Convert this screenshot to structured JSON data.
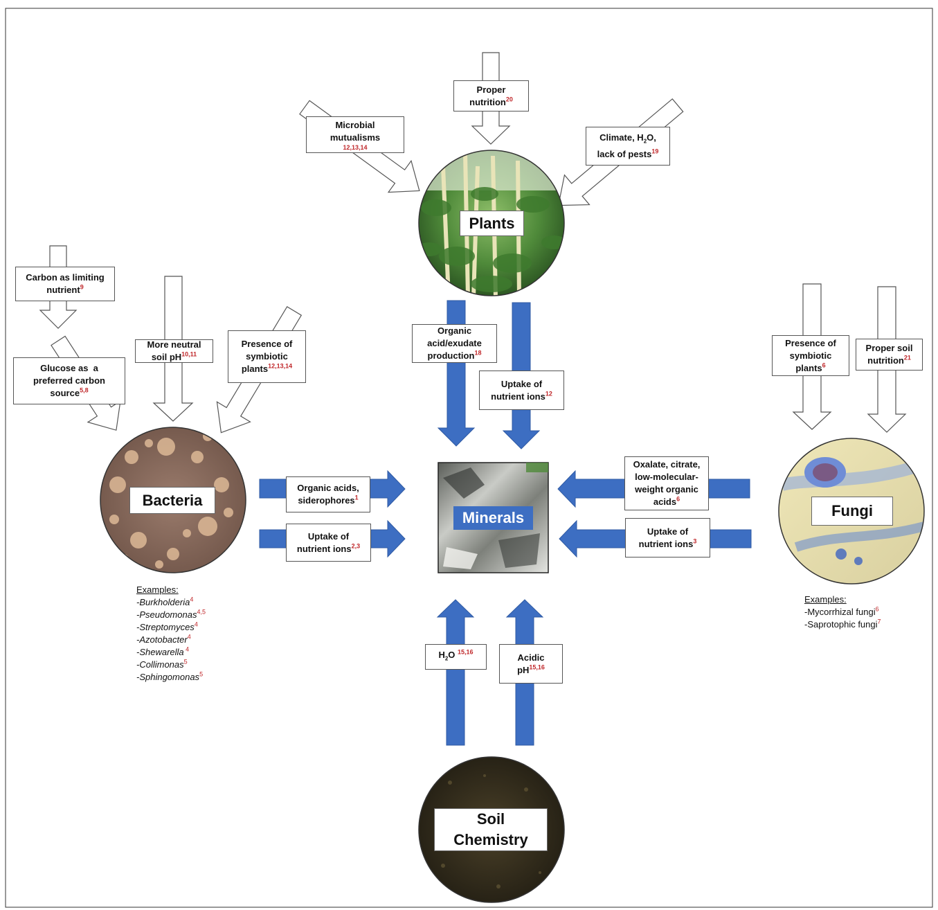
{
  "nodes": {
    "plants": "Plants",
    "bacteria": "Bacteria",
    "fungi": "Fungi",
    "minerals": "Minerals",
    "soil_line1": "Soil",
    "soil_line2": "Chemistry"
  },
  "plants_inputs": {
    "proper_nutrition": {
      "l1": "Proper",
      "l2": "nutrition",
      "ref": "20"
    },
    "microbial": {
      "l1": "Microbial",
      "l2": "mutualisms",
      "ref": "12,13,14"
    },
    "climate": {
      "l1": "Climate, H",
      "sub": "2",
      "l1b": "O,",
      "l2": "lack of pests",
      "ref": "19"
    }
  },
  "plants_to_minerals": {
    "organic": {
      "l1": "Organic",
      "l2": "acid/exudate",
      "l3": "production",
      "ref": "18"
    },
    "uptake": {
      "l1": "Uptake of",
      "l2": "nutrient ions",
      "ref": "12"
    }
  },
  "bacteria_inputs": {
    "carbon": {
      "l1": "Carbon as limiting",
      "l2": "nutrient",
      "ref": "9"
    },
    "glucose": {
      "l1": "Glucose as  a",
      "l2": "preferred carbon",
      "l3": "source",
      "ref": "5,8"
    },
    "neutral": {
      "l1": "More neutral",
      "l2": "soil pH",
      "ref": "10,11"
    },
    "symbiotic": {
      "l1": "Presence of",
      "l2": "symbiotic",
      "l3": "plants",
      "ref": "12,13,14"
    }
  },
  "bacteria_to_minerals": {
    "organic": {
      "l1": "Organic acids,",
      "l2": "siderophores",
      "ref": "1"
    },
    "uptake": {
      "l1": "Uptake of",
      "l2": "nutrient ions",
      "ref": "2,3"
    }
  },
  "fungi_inputs": {
    "symbiotic": {
      "l1": "Presence of",
      "l2": "symbiotic",
      "l3": "plants",
      "ref": "6"
    },
    "nutrition": {
      "l1": "Proper soil",
      "l2": "nutrition",
      "ref": "21"
    }
  },
  "fungi_to_minerals": {
    "oxalate": {
      "l1": "Oxalate, citrate,",
      "l2": "low-molecular-",
      "l3": "weight organic",
      "l4": "acids",
      "ref": "6"
    },
    "uptake": {
      "l1": "Uptake of",
      "l2": "nutrient ions",
      "ref": "3"
    }
  },
  "soil_to_minerals": {
    "water": {
      "l1": "H",
      "sub": "2",
      "l1b": "O ",
      "ref": "15,16"
    },
    "acidic": {
      "l1": "Acidic",
      "l2": "pH",
      "ref": "15,16"
    }
  },
  "bacteria_examples": {
    "heading": "Examples:",
    "items": [
      {
        "name": "-Burkholderia",
        "ref": "4"
      },
      {
        "name": "-Pseudomonas",
        "ref": "4,5"
      },
      {
        "name": "-Streptomyces",
        "ref": "4"
      },
      {
        "name": "-Azotobacter",
        "ref": "4"
      },
      {
        "name": "-Shewarella",
        "ref": " 4"
      },
      {
        "name": "-Collimonas",
        "ref": "5"
      },
      {
        "name": "-Sphingomonas",
        "ref": "5"
      }
    ]
  },
  "fungi_examples": {
    "heading": "Examples:",
    "items": [
      {
        "name": "-Mycorrhizal fungi",
        "ref": "6"
      },
      {
        "name": "-Saprotophic fungi",
        "ref": "7"
      }
    ]
  },
  "colors": {
    "blue_arrow": "#3d6ec2",
    "reference_red": "#c0282b",
    "outline": "#555555"
  }
}
